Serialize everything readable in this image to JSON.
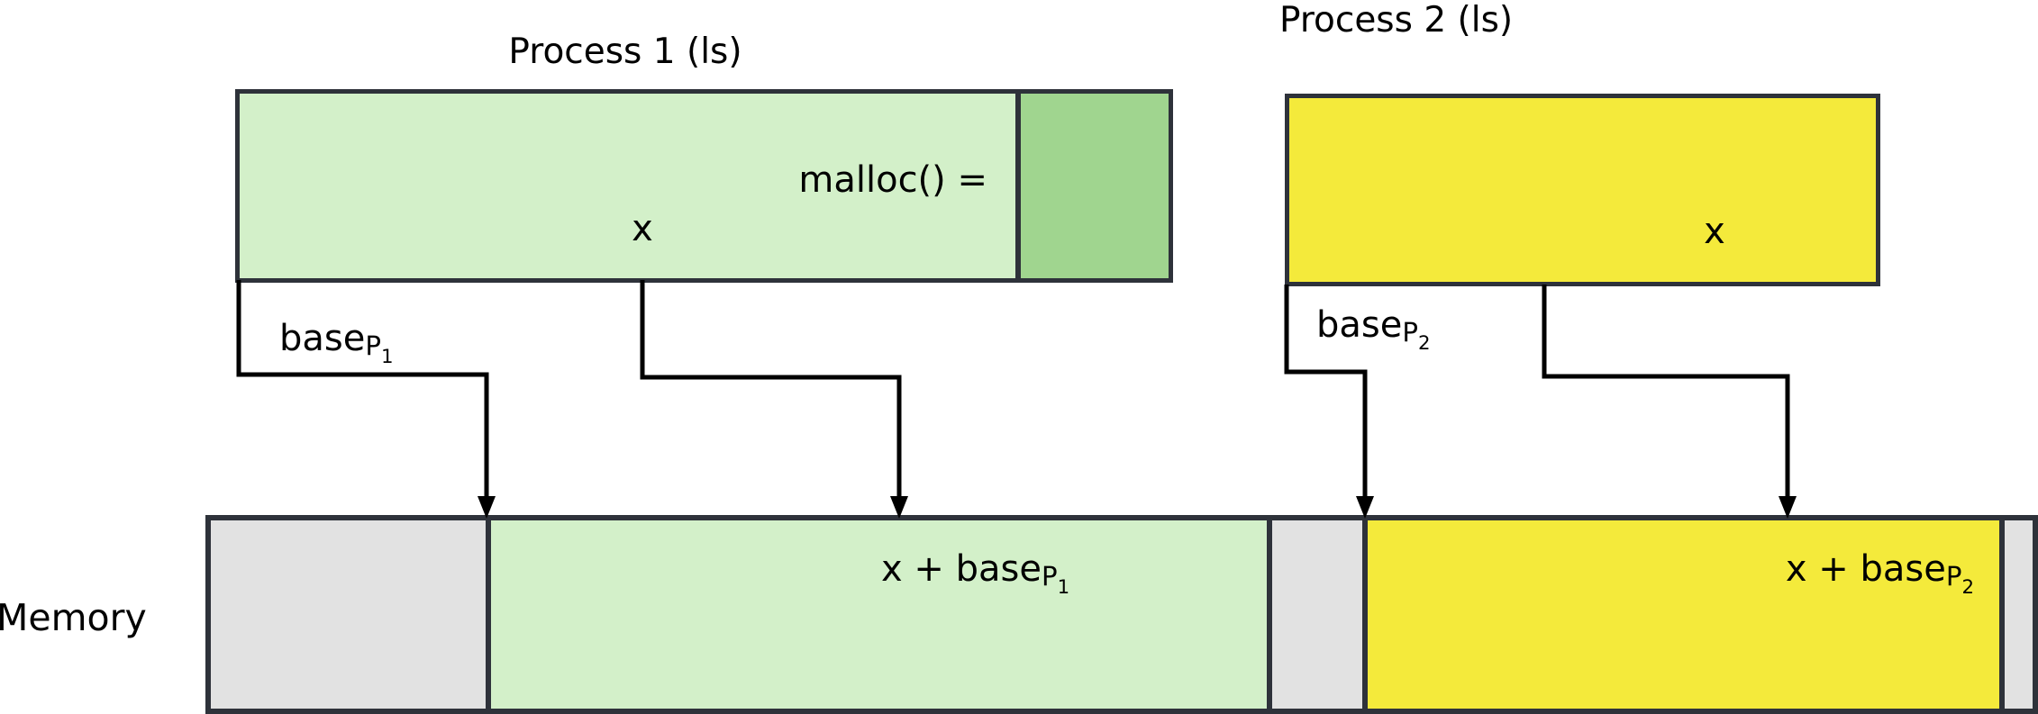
{
  "titles": {
    "process1": "Process 1 (ls)",
    "process2": "Process 2 (ls)"
  },
  "process1_box": {
    "malloc_label": "malloc() =",
    "x_label": "x"
  },
  "process2_box": {
    "x_label": "x"
  },
  "base_labels": {
    "p1": {
      "text": "base",
      "sub": "P",
      "subsub": "1"
    },
    "p2": {
      "text": "base",
      "sub": "P",
      "subsub": "2"
    }
  },
  "memory": {
    "label": "Memory",
    "green_text": {
      "text": "x + base",
      "sub": "P",
      "subsub": "1"
    },
    "yellow_text": {
      "text": "x + base",
      "sub": "P",
      "subsub": "2"
    }
  },
  "colors": {
    "process_green_light": "#d3f0c9",
    "process_green_dark": "#a0d58f",
    "process_yellow": "#f4ea3b",
    "memory_gray": "#e2e2e2",
    "outline": "#2e323a",
    "arrow": "#000000",
    "background": "#ffffff"
  }
}
